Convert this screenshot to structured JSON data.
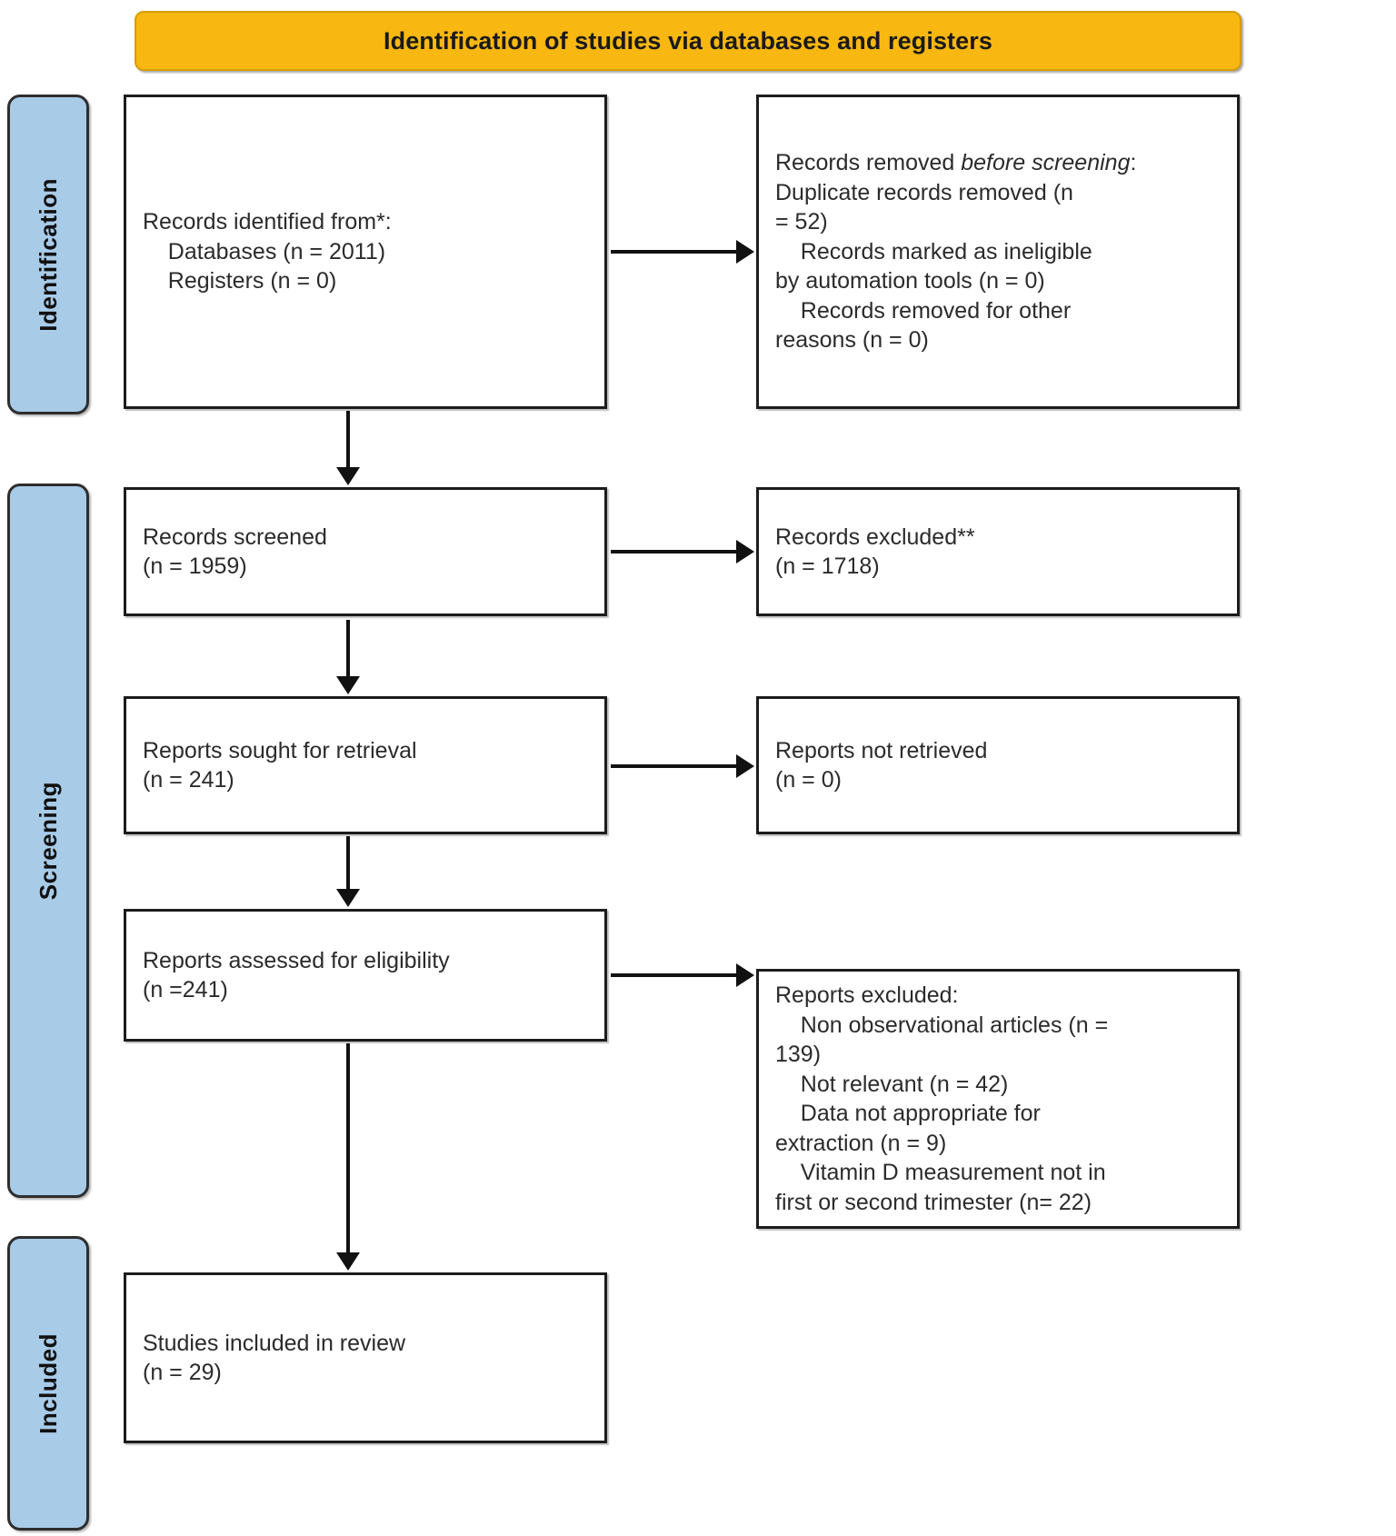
{
  "banner": {
    "title": "Identification of studies via databases and registers"
  },
  "phases": [
    {
      "key": "identification",
      "label": "Identification"
    },
    {
      "key": "screening",
      "label": "Screening"
    },
    {
      "key": "included",
      "label": "Included"
    }
  ],
  "colors": {
    "banner_background": "#f8b711",
    "phase_background": "#a8cbe8",
    "box_border": "#1c1c1c",
    "text": "#2b2b2b"
  },
  "boxes": {
    "identified": {
      "name": "Records identified from*:",
      "lines": [
        "Records identified from*:",
        "    Databases (n = 2011)",
        "    Registers (n = 0)"
      ],
      "text": "Records identified from*:\n    Databases (n = 2011)\n    Registers (n = 0)"
    },
    "removed_before_screening": {
      "heading_plain": "Records removed ",
      "heading_italic": "before screening",
      "heading_colon": ":",
      "lines": [
        "    Duplicate records removed (n = 52)",
        "    Records marked as ineligible by automation tools (n = 0)",
        "    Records removed for other reasons (n = 0)"
      ],
      "text": "    Duplicate records removed (n\n= 52)\n    Records marked as ineligible\nby automation tools (n = 0)\n    Records removed for other\nreasons (n = 0)"
    },
    "records_screened": {
      "text": "Records screened\n(n = 1959)"
    },
    "records_excluded": {
      "text": "Records excluded**\n(n = 1718)"
    },
    "reports_sought": {
      "text": "Reports sought for retrieval\n(n = 241)"
    },
    "reports_not_retrieved": {
      "text": "Reports not retrieved\n(n = 0)"
    },
    "reports_assessed": {
      "text": "Reports assessed for eligibility\n(n =241)"
    },
    "reports_excluded": {
      "heading": "Reports excluded:",
      "reasons": [
        "Non observational articles (n = 139)",
        "Not relevant (n = 42)",
        "Data not appropriate for extraction (n = 9)",
        "Vitamin D measurement not in first or second trimester (n= 22)"
      ],
      "text": "Reports excluded:\n    Non observational articles (n =\n139)\n    Not relevant (n = 42)\n    Data not appropriate for\nextraction (n = 9)\n    Vitamin D measurement not in\nfirst or second trimester (n= 22)"
    },
    "studies_included": {
      "text": "Studies included in review\n(n = 29)"
    }
  },
  "chart_data": {
    "type": "diagram",
    "title": "Identification of studies via databases and registers",
    "nodes": [
      {
        "id": "identified",
        "phase": "Identification",
        "label": "Records identified from*",
        "databases": 2011,
        "registers": 0
      },
      {
        "id": "removed_before_screening",
        "phase": "Identification",
        "label": "Records removed before screening",
        "duplicate_records_removed": 52,
        "marked_ineligible_by_automation": 0,
        "removed_other_reasons": 0
      },
      {
        "id": "records_screened",
        "phase": "Screening",
        "label": "Records screened",
        "n": 1959
      },
      {
        "id": "records_excluded",
        "phase": "Screening",
        "label": "Records excluded**",
        "n": 1718
      },
      {
        "id": "reports_sought",
        "phase": "Screening",
        "label": "Reports sought for retrieval",
        "n": 241
      },
      {
        "id": "reports_not_retrieved",
        "phase": "Screening",
        "label": "Reports not retrieved",
        "n": 0
      },
      {
        "id": "reports_assessed",
        "phase": "Screening",
        "label": "Reports assessed for eligibility",
        "n": 241
      },
      {
        "id": "reports_excluded",
        "phase": "Screening",
        "label": "Reports excluded",
        "non_observational_articles": 139,
        "not_relevant": 42,
        "data_not_appropriate_for_extraction": 9,
        "vitamin_d_not_first_or_second_trimester": 22
      },
      {
        "id": "studies_included",
        "phase": "Included",
        "label": "Studies included in review",
        "n": 29
      }
    ],
    "edges": [
      {
        "from": "identified",
        "to": "removed_before_screening"
      },
      {
        "from": "identified",
        "to": "records_screened"
      },
      {
        "from": "records_screened",
        "to": "records_excluded"
      },
      {
        "from": "records_screened",
        "to": "reports_sought"
      },
      {
        "from": "reports_sought",
        "to": "reports_not_retrieved"
      },
      {
        "from": "reports_sought",
        "to": "reports_assessed"
      },
      {
        "from": "reports_assessed",
        "to": "reports_excluded"
      },
      {
        "from": "reports_assessed",
        "to": "studies_included"
      }
    ]
  }
}
